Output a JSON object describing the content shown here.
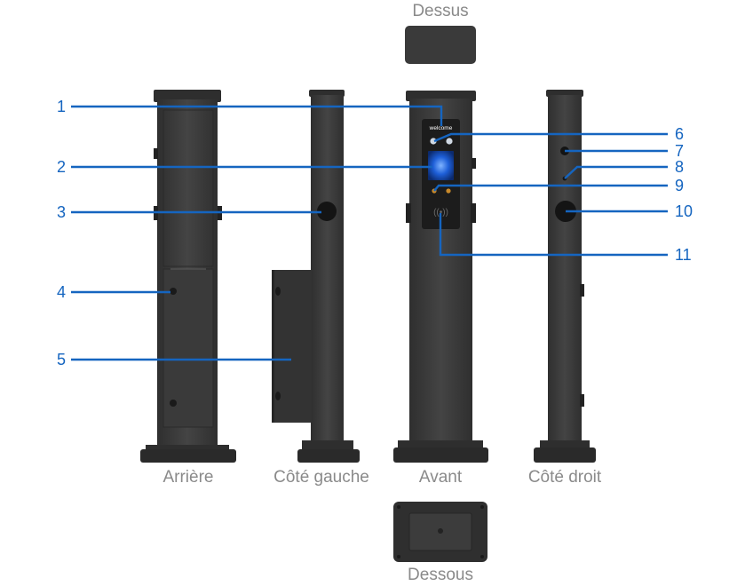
{
  "views": {
    "top": "Dessus",
    "back": "Arrière",
    "left_side": "Côté gauche",
    "front": "Avant",
    "right_side": "Côté droit",
    "bottom": "Dessous"
  },
  "screen_text": "welcome",
  "callouts": [
    "1",
    "2",
    "3",
    "4",
    "5",
    "6",
    "7",
    "8",
    "9",
    "10",
    "11"
  ],
  "colors": {
    "callout": "#1565c0",
    "body": "#3b3b3b",
    "body_dark": "#2b2b2b",
    "label": "#8a8a8a",
    "screen": "#1e5fd8"
  }
}
